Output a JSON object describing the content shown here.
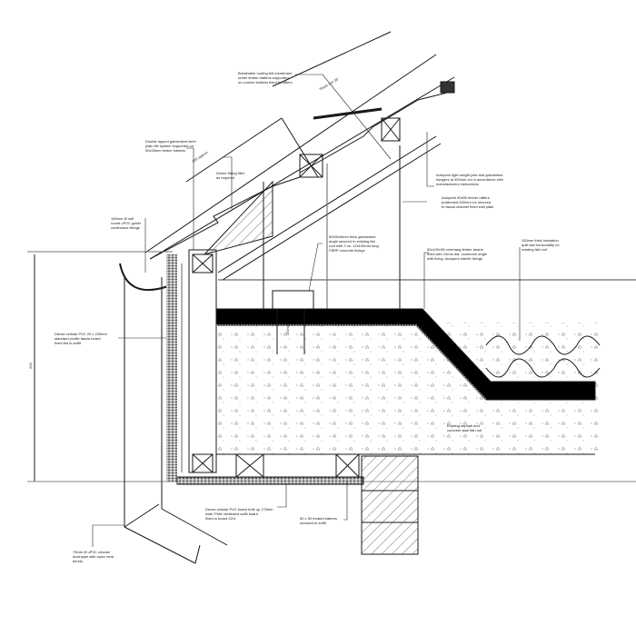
{
  "drawing": {
    "title": "Eaves / flat roof junction detail",
    "labels": {
      "membrane": "Breathable roofing felt membrane\nunder timber battens supported\non counter battens fixed to rafters",
      "tiles": "Double lapped galvanised steel\nplain tile system supported on\n50x25mm timber battens",
      "firring": "Desire firring fillet\nas required",
      "gutter": "100mm Ø half\nround uPVC gutter\ncontinuous fixings",
      "purlin": "Autoperk light weight joist and galvanised\nhangers at 400mm c/c in accordance with\nmanufacturers instructions",
      "rafter": "Autoperk 50x50 timber rafters\npositioned 600mm c/c secured\nto fascia channel fixed wall plate",
      "angle": "50x50x6mm thick galvanised\nangle secured to existing flat\nroof with 2 no. 12x100mm long\nFBRP concrete fixings",
      "bearer": "50x100x38 overhang timber bearer\nfixed with 10mm dia. connector angle\nwith fixing. Autoperk interfix fixings",
      "insulation": "150mm thick insulation\nquilt laid horizontally on\nexisting flat roof",
      "slab": "Existing asphalt and\nconcrete slab flat roof",
      "fascia": "Dense cellular PVC 20 x 225mm\nstandard profile fascia board\nfixed flat to soffit",
      "soffit": "Dense cellular PVC board built up 175mm\nwide 'Petit' ventilated soffit board\nfixed to board 22/4",
      "battens": "50 x 50 treated battens\nscrewed to soffit",
      "downpipe": "75mm Ø uPVC circular\ndownpipe with swan neck\nbends"
    },
    "dimensions": {
      "overall_height": "600",
      "rafter_span": "400 approx",
      "tile_span": "Slope min 30",
      "slab_depth": "150mm"
    },
    "colors": {
      "ink": "#1a1a1a",
      "membrane": "#000000"
    }
  }
}
